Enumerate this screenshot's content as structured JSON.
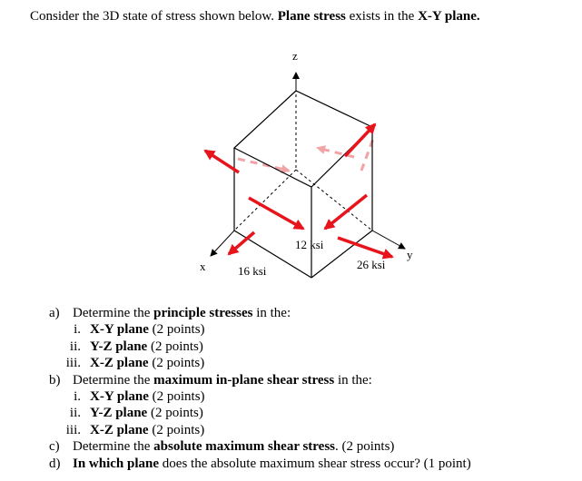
{
  "intro": {
    "t1": "Consider the 3D state of stress shown below. ",
    "t2": "Plane stress",
    "t3": " exists in the ",
    "t4": "X-Y plane."
  },
  "figure": {
    "axis_z": "z",
    "axis_x": "x",
    "axis_y": "y",
    "stress_xy": "12 ksi",
    "stress_x": "16 ksi",
    "stress_y": "26 ksi"
  },
  "questions": {
    "a": {
      "letter": "a)",
      "pre": "Determine the ",
      "bold": "principle stresses",
      "post": " in the:",
      "items": [
        {
          "num": "i.",
          "plane": "X-Y plane",
          "pts": " (2 points)"
        },
        {
          "num": "ii.",
          "plane": "Y-Z plane",
          "pts": " (2 points)"
        },
        {
          "num": "iii.",
          "plane": "X-Z plane",
          "pts": " (2 points)"
        }
      ]
    },
    "b": {
      "letter": "b)",
      "pre": "Determine the ",
      "bold": "maximum in-plane shear stress",
      "post": " in the:",
      "items": [
        {
          "num": "i.",
          "plane": "X-Y plane",
          "pts": " (2 points)"
        },
        {
          "num": "ii.",
          "plane": "Y-Z plane",
          "pts": " (2 points)"
        },
        {
          "num": "iii.",
          "plane": "X-Z plane",
          "pts": " (2 points)"
        }
      ]
    },
    "c": {
      "letter": "c)",
      "pre": "Determine the ",
      "bold": "absolute maximum shear stress",
      "post": ". (2 points)"
    },
    "d": {
      "letter": "d)",
      "bold": "In which plane",
      "post": " does the absolute maximum shear stress occur? (1 point)"
    }
  },
  "colors": {
    "arrow": "#e8141c",
    "arrow_faded": "#f2a3a6",
    "line": "#000000"
  }
}
